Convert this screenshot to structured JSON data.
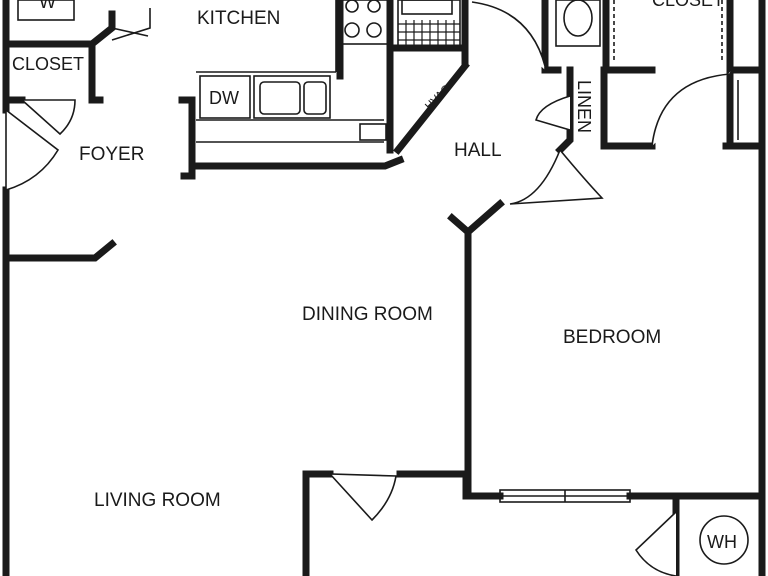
{
  "rooms": {
    "kitchen": "KITCHEN",
    "foyer": "FOYER",
    "hall": "HALL",
    "dining": "DINING ROOM",
    "living": "LIVING ROOM",
    "bedroom": "BEDROOM",
    "closet_left": "CLOSET",
    "closet_top": "CLOSET",
    "linen": "LINEN"
  },
  "fixtures": {
    "washer": "W",
    "dishwasher": "DW",
    "hvac": "HVAC",
    "water_heater": "WH"
  }
}
